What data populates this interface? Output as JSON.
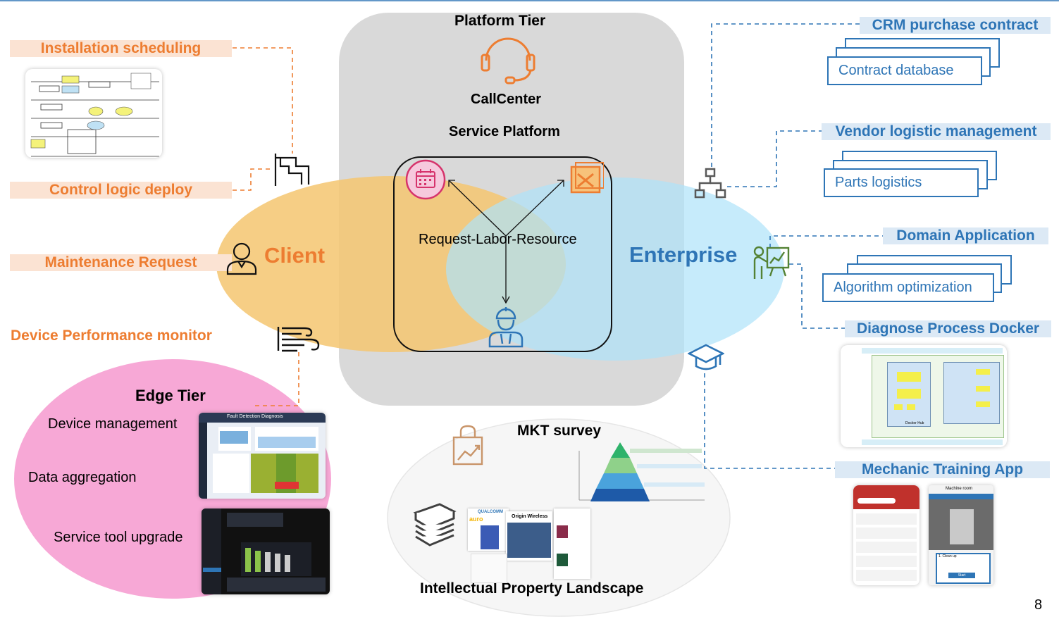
{
  "platform_tier": {
    "title": "Platform Tier",
    "callcenter_label": "CallCenter",
    "service_platform_label": "Service Platform",
    "rlr_label": "Request-Labor-Resource"
  },
  "client": {
    "label": "Client",
    "items": {
      "installation": "Installation scheduling",
      "control_logic": "Control logic deploy",
      "maintenance": "Maintenance  Request",
      "device_perf": "Device Performance monitor"
    }
  },
  "enterprise": {
    "label": "Enterprise",
    "items": {
      "crm": "CRM purchase contract",
      "vendor": "Vendor logistic management",
      "domain_app": "Domain Application",
      "diagnose": "Diagnose Process Docker",
      "mechanic": "Mechanic Training App"
    },
    "stacks": {
      "contract_db": "Contract database",
      "parts": "Parts logistics",
      "algorithm": "Algorithm optimization"
    }
  },
  "edge_tier": {
    "title": "Edge Tier",
    "items": [
      "Device management",
      "Data aggregation",
      "Service tool upgrade"
    ]
  },
  "market": {
    "survey_label": "MKT  survey",
    "ip_label": "Intellectual Property Landscape"
  },
  "thumbnails": {
    "fault_detection": "Fault Detection Diagnosis",
    "docker_hub": "Docker Hub",
    "origin_wireless": "Origin Wireless",
    "qualcomm": "QUALCOMM",
    "auro": "auro",
    "machine_room": "Machine room",
    "clean_up": "1. Clean up",
    "start": "Start"
  },
  "page_number": "8",
  "colors": {
    "orange": "#ed7d31",
    "orange_bg": "#fbe3d3",
    "blue": "#2e75b6",
    "blue_bg": "#dce9f5",
    "client_ellipse": "#f4c878",
    "enterprise_ellipse": "#bde8fa",
    "platform_gray": "#d9d9d9",
    "edge_pink": "#f7a8d6"
  },
  "icons": [
    "headset-icon",
    "calendar-icon",
    "tools-icon",
    "worker-icon",
    "person-icon",
    "network-icon",
    "presenter-icon",
    "graduation-cap-icon",
    "wind-icon",
    "flowchart-icon",
    "shopping-bag-icon",
    "books-icon"
  ]
}
